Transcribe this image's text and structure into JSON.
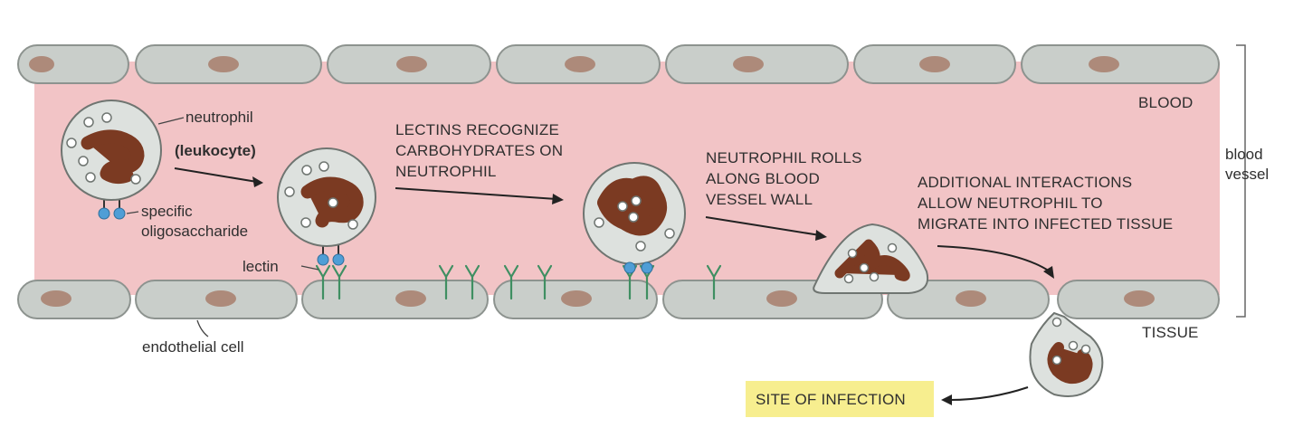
{
  "labels": {
    "neutrophil": "neutrophil",
    "leukocyte": "(leukocyte)",
    "specific": "specific",
    "oligosaccharide": "oligosaccharide",
    "lectin": "lectin",
    "endothelial_cell": "endothelial cell",
    "blood": "BLOOD",
    "tissue": "TISSUE",
    "blood_vessel_line1": "blood",
    "blood_vessel_line2": "vessel",
    "site_of_infection": "SITE OF INFECTION"
  },
  "steps": {
    "recognize": [
      "LECTINS RECOGNIZE",
      "CARBOHYDRATES ON",
      "NEUTROPHIL"
    ],
    "rolls": [
      "NEUTROPHIL ROLLS",
      "ALONG BLOOD",
      "VESSEL WALL"
    ],
    "migrate": [
      "ADDITIONAL INTERACTIONS",
      "ALLOW NEUTROPHIL TO",
      "MIGRATE INTO INFECTED TISSUE"
    ]
  },
  "colors": {
    "blood": "#f2c4c6",
    "endothelium": "#c9ceca",
    "endothelial_nucleus": "#ad8a7a",
    "neutrophil_body": "#dde1de",
    "neutrophil_nucleus": "#7b3a22",
    "lectin": "#3f8f62",
    "oligosaccharide": "#4f9ed6",
    "site_highlight": "#f7ee8f"
  }
}
